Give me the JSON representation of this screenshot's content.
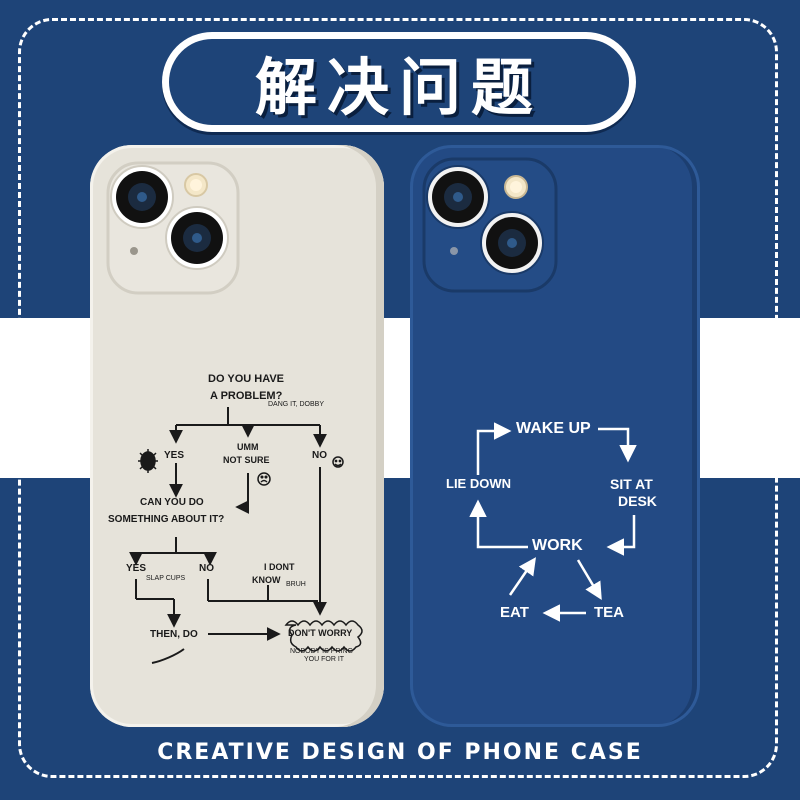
{
  "title": "解决问题",
  "footer": "CREATIVE DESIGN OF PHONE CASE",
  "colors": {
    "background": "#1e4478",
    "band": "#ffffff",
    "white_case": "#e6e3da",
    "blue_case": "#234a84"
  },
  "white_case": {
    "q1": "DO YOU HAVE",
    "q2": "A PROBLEM?",
    "q_note": "DANG IT, DOBBY",
    "yes": "YES",
    "umm1": "UMM",
    "umm2": "NOT SURE",
    "no": "NO",
    "can1": "CAN YOU DO",
    "can2": "SOMETHING ABOUT IT?",
    "yes2": "YES",
    "yes2_note": "SLAP CUPS",
    "no2": "NO",
    "dont1": "I DONT",
    "dont2": "KNOW",
    "dont_note": "BRUH",
    "then": "THEN, DO",
    "worry": "DON'T WORRY",
    "worry_note1": "NOBODY IS PRING",
    "worry_note2": "YOU FOR IT"
  },
  "blue_case": {
    "wake": "WAKE UP",
    "sit1": "SIT AT",
    "sit2": "DESK",
    "lie": "LIE DOWN",
    "work": "WORK",
    "eat": "EAT",
    "tea": "TEA"
  },
  "icons": [
    "dashed-frame",
    "camera-lens-icon",
    "flash-icon",
    "arrow-icon",
    "smiley-icon",
    "bug-icon"
  ]
}
